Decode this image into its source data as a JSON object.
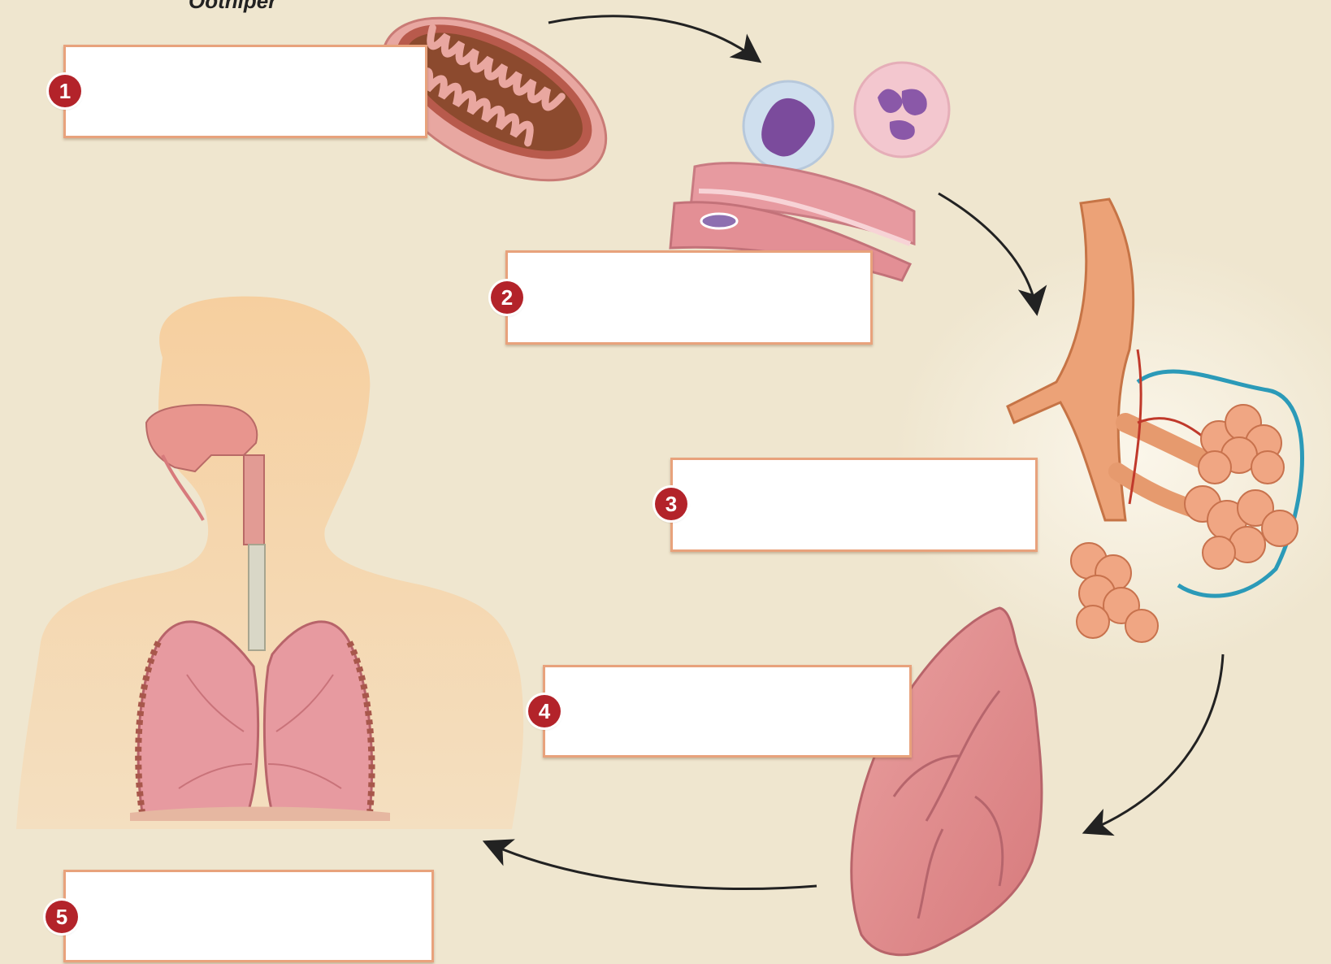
{
  "cropped_top_text": "Ööthiper",
  "badges": [
    "1",
    "2",
    "3",
    "4",
    "5"
  ],
  "label_boxes": [
    "",
    "",
    "",
    "",
    ""
  ],
  "colors": {
    "background": "#efe6cf",
    "badge": "#b3232a",
    "box_border": "#e8a27c",
    "arrow": "#222222"
  },
  "icons": {
    "mitochondrion": "mitochondrion-illustration",
    "blood_cells": "white-blood-cells-illustration",
    "capillary": "red-blood-cell-in-capillary-illustration",
    "alveoli": "bronchiole-and-alveoli-illustration",
    "lung": "single-lung-illustration",
    "human": "respiratory-system-human-silhouette"
  }
}
